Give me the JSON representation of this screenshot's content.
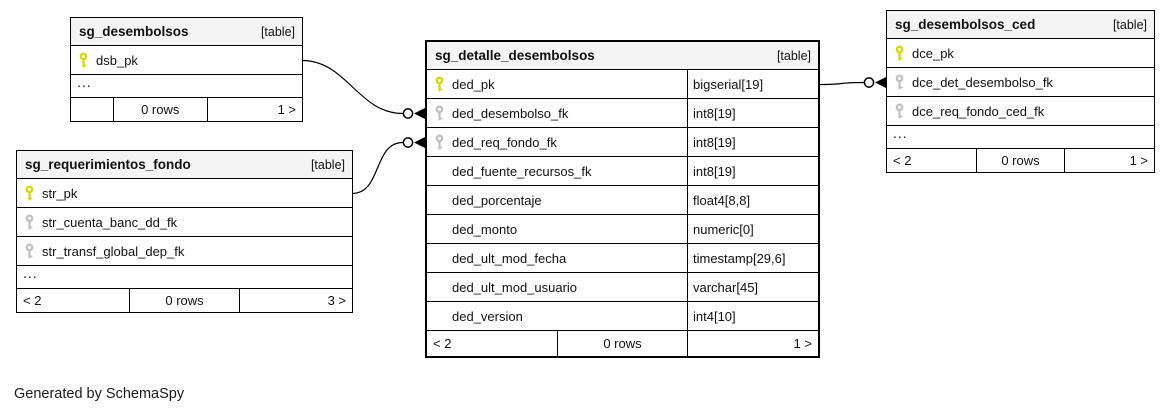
{
  "footnote": "Generated by SchemaSpy",
  "colors": {
    "border": "#000000",
    "header_bg": "#f4f4f4",
    "pk_key": "#d9d900",
    "fk_key": "#c0c0c0",
    "background": "#ffffff"
  },
  "tables": [
    {
      "id": "sg_desembolsos",
      "name": "sg_desembolsos",
      "kind": "[table]",
      "show_types": false,
      "columns": [
        {
          "name": "dsb_pk",
          "key": "pk",
          "type": ""
        }
      ],
      "more_columns_label": "...",
      "footer": {
        "left": "",
        "center": "0 rows",
        "right": "1 >"
      }
    },
    {
      "id": "sg_requerimientos_fondo",
      "name": "sg_requerimientos_fondo",
      "kind": "[table]",
      "show_types": false,
      "columns": [
        {
          "name": "str_pk",
          "key": "pk",
          "type": ""
        },
        {
          "name": "str_cuenta_banc_dd_fk",
          "key": "fk",
          "type": ""
        },
        {
          "name": "str_transf_global_dep_fk",
          "key": "fk",
          "type": ""
        }
      ],
      "more_columns_label": "...",
      "footer": {
        "left": "< 2",
        "center": "0 rows",
        "right": "3 >"
      }
    },
    {
      "id": "sg_detalle_desembolsos",
      "name": "sg_detalle_desembolsos",
      "kind": "[table]",
      "show_types": true,
      "columns": [
        {
          "name": "ded_pk",
          "key": "pk",
          "type": "bigserial[19]"
        },
        {
          "name": "ded_desembolso_fk",
          "key": "fk",
          "type": "int8[19]"
        },
        {
          "name": "ded_req_fondo_fk",
          "key": "fk",
          "type": "int8[19]"
        },
        {
          "name": "ded_fuente_recursos_fk",
          "key": "",
          "type": "int8[19]"
        },
        {
          "name": "ded_porcentaje",
          "key": "",
          "type": "float4[8,8]"
        },
        {
          "name": "ded_monto",
          "key": "",
          "type": "numeric[0]"
        },
        {
          "name": "ded_ult_mod_fecha",
          "key": "",
          "type": "timestamp[29,6]"
        },
        {
          "name": "ded_ult_mod_usuario",
          "key": "",
          "type": "varchar[45]"
        },
        {
          "name": "ded_version",
          "key": "",
          "type": "int4[10]"
        }
      ],
      "more_columns_label": "",
      "footer": {
        "left": "< 2",
        "center": "0 rows",
        "right": "1 >"
      }
    },
    {
      "id": "sg_desembolsos_ced",
      "name": "sg_desembolsos_ced",
      "kind": "[table]",
      "show_types": false,
      "columns": [
        {
          "name": "dce_pk",
          "key": "pk",
          "type": ""
        },
        {
          "name": "dce_det_desembolso_fk",
          "key": "fk",
          "type": ""
        },
        {
          "name": "dce_req_fondo_ced_fk",
          "key": "fk",
          "type": ""
        }
      ],
      "more_columns_label": "...",
      "footer": {
        "left": "< 2",
        "center": "0 rows",
        "right": "1 >"
      }
    }
  ],
  "relationships": [
    {
      "from_table": "sg_desembolsos",
      "from_column": "dsb_pk",
      "to_table": "sg_detalle_desembolsos",
      "to_column": "ded_desembolso_fk"
    },
    {
      "from_table": "sg_requerimientos_fondo",
      "from_column": "str_pk",
      "to_table": "sg_detalle_desembolsos",
      "to_column": "ded_req_fondo_fk"
    },
    {
      "from_table": "sg_detalle_desembolsos",
      "from_column": "ded_pk",
      "to_table": "sg_desembolsos_ced",
      "to_column": "dce_det_desembolso_fk"
    }
  ]
}
